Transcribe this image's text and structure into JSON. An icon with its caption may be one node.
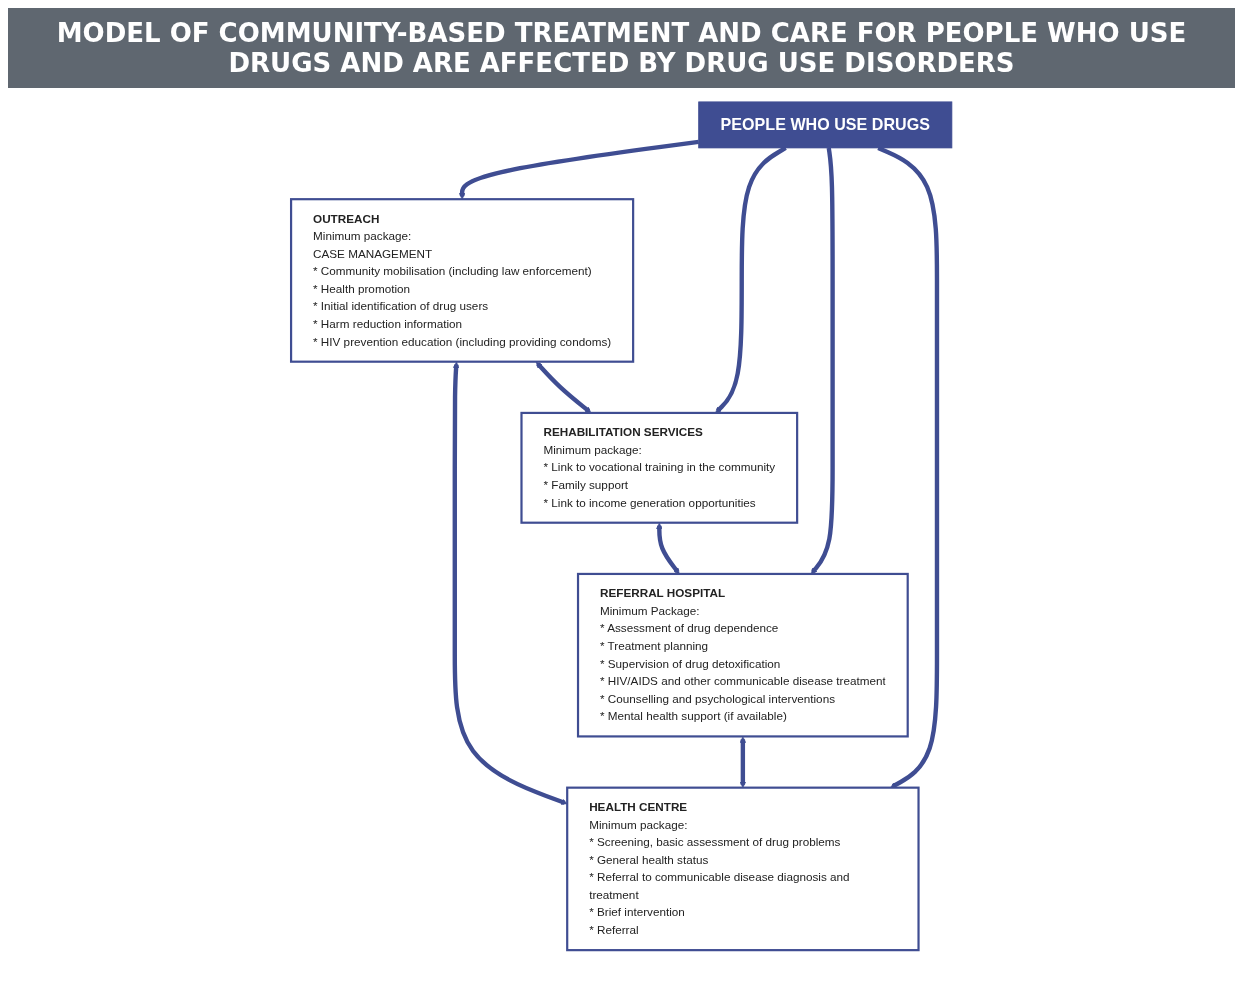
{
  "diagram": {
    "title": "MODEL OF COMMUNITY-BASED TREATMENT AND CARE FOR PEOPLE WHO USE DRUGS AND ARE AFFECTED BY DRUG USE DISORDERS",
    "nodes": [
      {
        "text": [
          "OUTREACH",
          "Minimum package:",
          "CASE MANAGEMENT",
          "* Community mobilisation (including law enforcement)",
          "* Health promotion",
          "* Initial identification of drug users",
          "* Harm reduction information",
          "* HIV prevention education (including providing condoms)"
        ]
      },
      {
        "text": [
          "REHABILITATION SERVICES",
          "Minimum package:",
          "* Link to vocational training in the community",
          "* Family support",
          "* Link to income generation opportunities"
        ]
      },
      {
        "text": [
          "PEOPLE WHO USE DRUGS"
        ]
      },
      {
        "text": [
          "HEALTH CENTRE",
          "Minimum package:",
          "* Screening, basic assessment of drug problems",
          "* General health status",
          "* Referral to communicable disease diagnosis and treatment",
          "* Brief intervention",
          "* Referral"
        ]
      },
      {
        "text": [
          "REFERRAL HOSPITAL",
          "Minimum Package:",
          "* Assessment of drug dependence",
          "* Treatment planning",
          "* Supervision of drug detoxification",
          "* HIV/AIDS and other communicable disease treatment",
          "* Counselling and psychological interventions",
          "* Mental health support (if available)"
        ]
      }
    ],
    "edges": [
      {
        "from": 0,
        "to": 1,
        "arrow": "both"
      },
      {
        "from": 0,
        "to": 3,
        "arrow": "both"
      },
      {
        "from": 1,
        "to": 4,
        "arrow": "both"
      },
      {
        "from": 4,
        "to": 3,
        "arrow": "both"
      },
      {
        "from": 2,
        "to": 0,
        "arrow": "to"
      },
      {
        "from": 2,
        "to": 1,
        "arrow": "to"
      },
      {
        "from": 2,
        "to": 3,
        "arrow": "to"
      },
      {
        "from": 2,
        "to": 4,
        "arrow": "to"
      }
    ]
  }
}
